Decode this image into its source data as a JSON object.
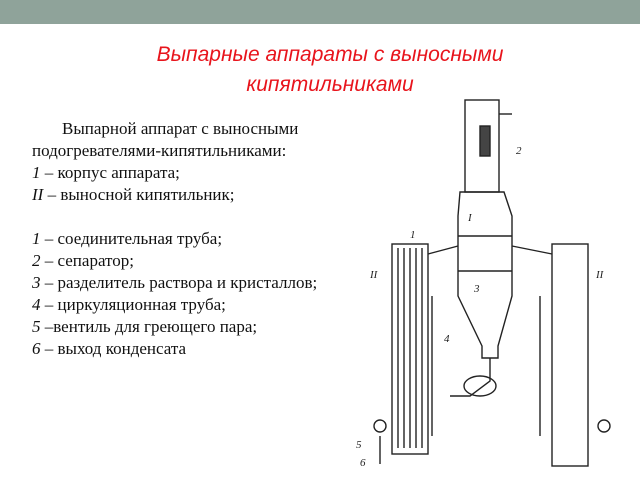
{
  "slide": {
    "title_line1": "Выпарные аппараты с выносными",
    "title_line2": "кипятильниками",
    "intro": "Выпарной аппарат с выносными подогревателями-кипятильниками:",
    "parts": [
      {
        "num": "1",
        "text": " – корпус аппарата;"
      },
      {
        "num": "II",
        "text": " – выносной кипятильник;"
      }
    ],
    "components": [
      {
        "num": "1",
        "text": " – соединительная труба;"
      },
      {
        "num": "2",
        "text": " – сепаратор;"
      },
      {
        "num": "3",
        "text": " – разделитель раствора и кристаллов;"
      },
      {
        "num": "4",
        "text": " – циркуляционная труба;"
      },
      {
        "num": "5",
        "text": " –вентиль для греющего пара;"
      },
      {
        "num": "6",
        "text": " – выход конденсата"
      }
    ],
    "colors": {
      "title": "#e8141c",
      "topbar": "#8fa39a",
      "text": "#111111"
    }
  },
  "diagram": {
    "labels": {
      "l1": "1",
      "l2": "2",
      "l3": "3",
      "l4": "4",
      "l5": "5",
      "l6": "6",
      "roman1": "I",
      "roman2_left": "II",
      "roman2_right": "II"
    }
  }
}
